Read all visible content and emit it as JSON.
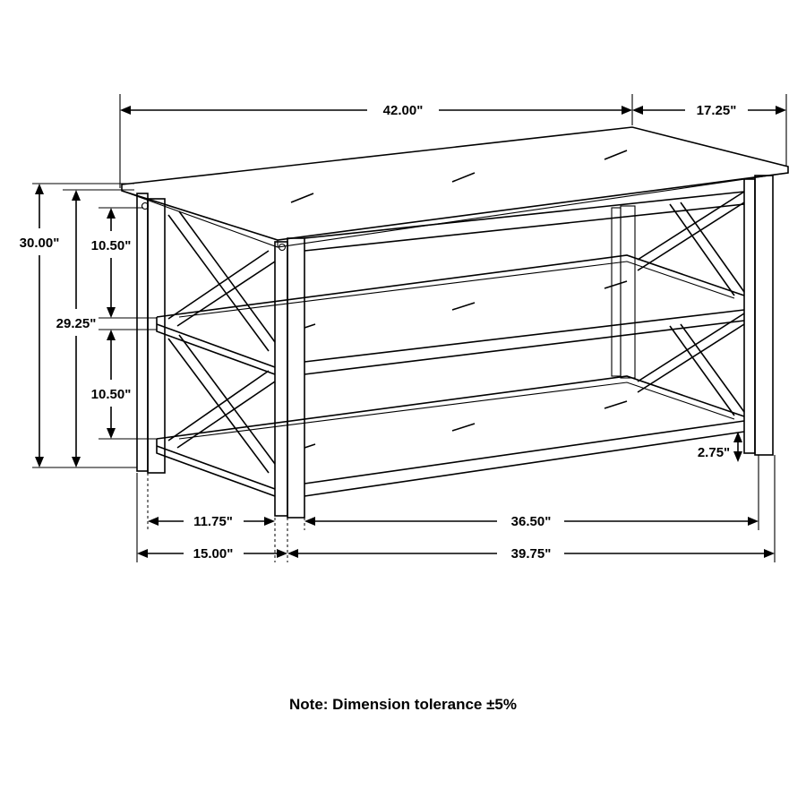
{
  "dimensions": {
    "overall_width": "42.00\"",
    "overall_depth": "17.25\"",
    "overall_height": "30.00\"",
    "inner_height": "29.25\"",
    "upper_shelf_clearance": "10.50\"",
    "lower_shelf_clearance": "10.50\"",
    "floor_clearance": "2.75\"",
    "side_inner_depth": "11.75\"",
    "side_outer_depth": "15.00\"",
    "front_inner_width": "36.50\"",
    "front_outer_width": "39.75\""
  },
  "note": "Note: Dimension tolerance ±5%",
  "colors": {
    "line": "#000000",
    "background": "#ffffff"
  }
}
